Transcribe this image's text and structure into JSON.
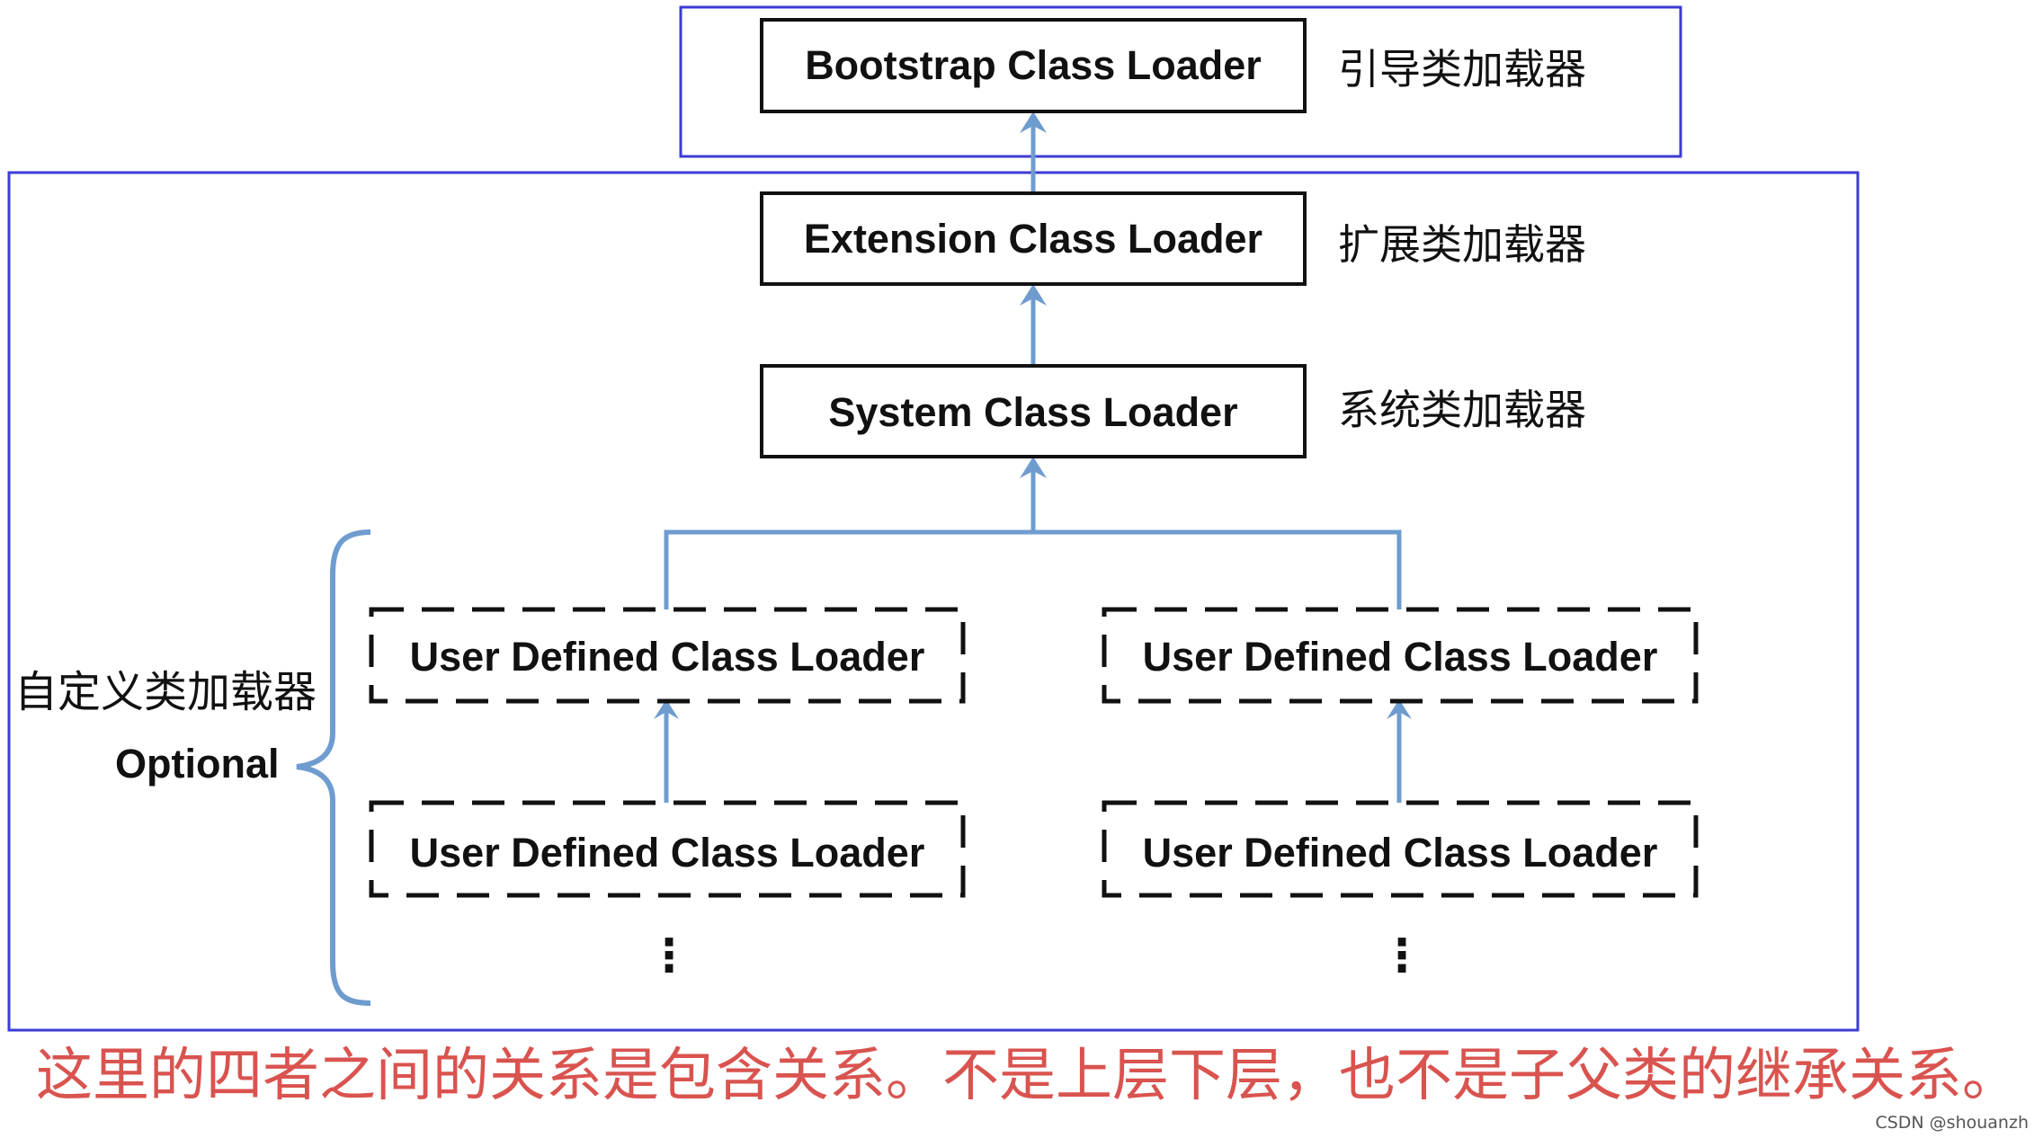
{
  "nodes": {
    "bootstrap": {
      "label": "Bootstrap Class Loader",
      "cn": "引导类加载器"
    },
    "extension": {
      "label": "Extension Class Loader",
      "cn": "扩展类加载器"
    },
    "system": {
      "label": "System Class Loader",
      "cn": "系统类加载器"
    },
    "user_left_top": {
      "label": "User Defined Class Loader"
    },
    "user_right_top": {
      "label": "User Defined Class Loader"
    },
    "user_left_bottom": {
      "label": "User Defined Class Loader"
    },
    "user_right_bottom": {
      "label": "User Defined Class Loader"
    }
  },
  "brace": {
    "cn_label": "自定义类加载器",
    "label": "Optional"
  },
  "continuation": {
    "left": "⋮",
    "right": "⋮"
  },
  "note": "这里的四者之间的关系是包含关系。不是上层下层，也不是子父类的继承关系。",
  "watermark": "CSDN @shouanzh",
  "colors": {
    "frame": "#3b3bd6",
    "arrow": "#6f9ccf",
    "note": "#d9534f"
  }
}
